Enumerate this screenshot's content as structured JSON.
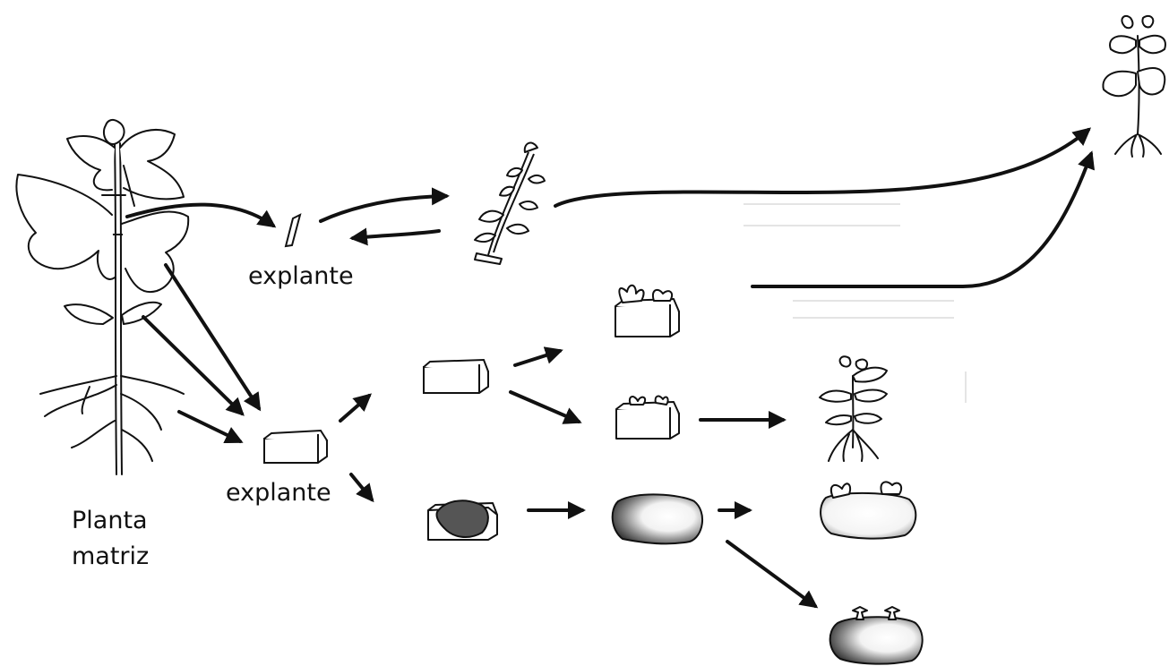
{
  "labels": {
    "explante_top": "explante",
    "explante_bottom": "explante",
    "planta_line1": "Planta",
    "planta_line2": "matriz"
  },
  "colors": {
    "ink": "#111111",
    "callus_dark": "#555555",
    "background": "#ffffff"
  },
  "icons": [
    "mother-plant-icon",
    "stem-segment-icon",
    "shoot-icon",
    "tissue-block-icon",
    "block-with-shoots-icon",
    "block-with-buds-icon",
    "callus-block-icon",
    "callus-icon",
    "rooted-plantlet-icon",
    "callus-with-shoots-icon",
    "callus-with-buds-icon",
    "final-plant-icon"
  ]
}
